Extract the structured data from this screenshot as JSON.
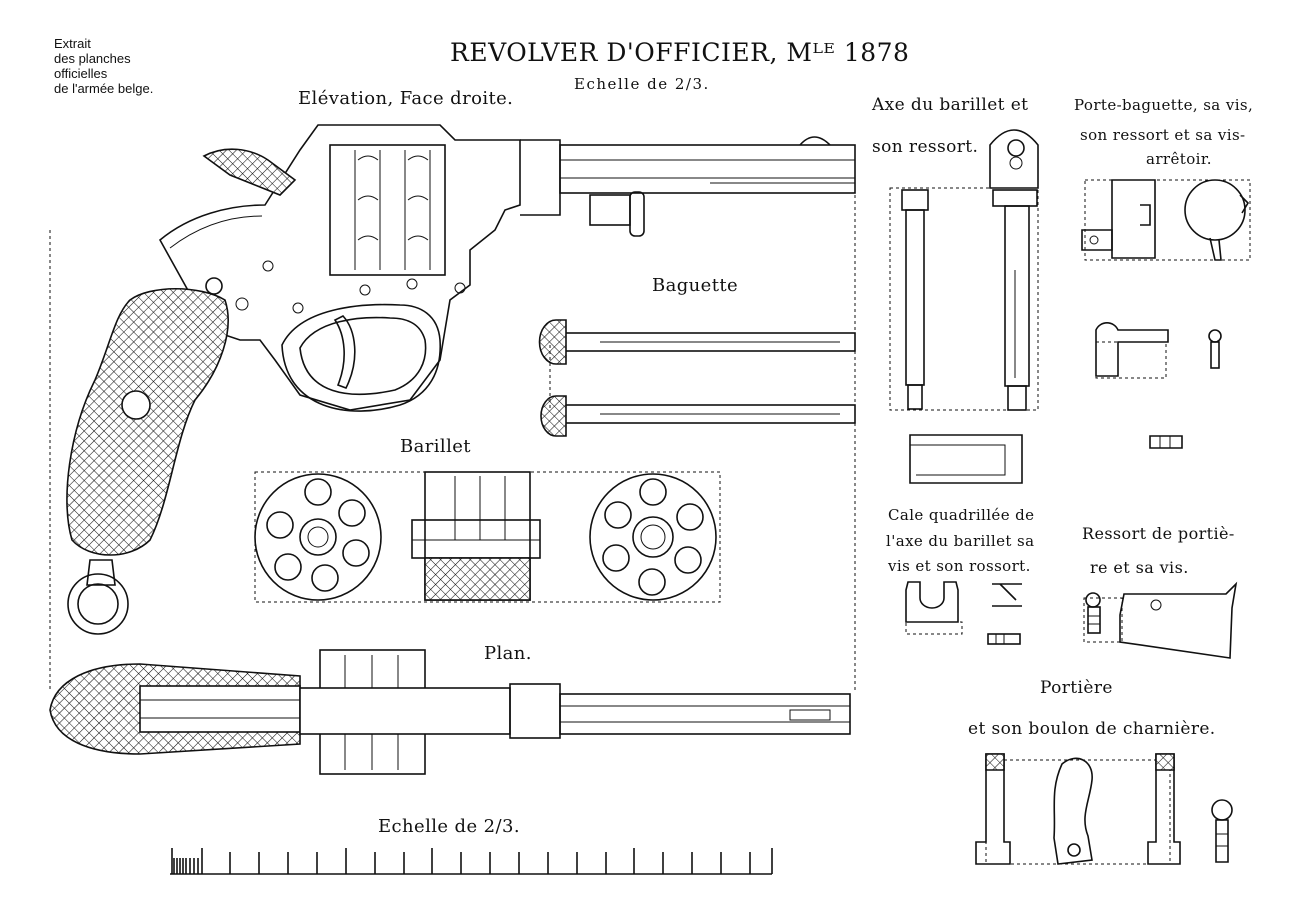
{
  "header": {
    "note_lines": [
      "Extrait",
      "des planches",
      "officielles",
      "de l'armée belge."
    ],
    "title": "REVOLVER D'OFFICIER, Mᴸᴱ 1878",
    "scale_caption": "Echelle de 2/3."
  },
  "labels": {
    "elevation": "Elévation, Face droite.",
    "baguette": "Baguette",
    "barillet": "Barillet",
    "plan": "Plan.",
    "scale_bottom": "Echelle de 2/3.",
    "axe_line1": "Axe du barillet et",
    "axe_line2": "son ressort.",
    "porte_line1": "Porte-baguette, sa vis,",
    "porte_line2": "son ressort et sa vis-",
    "porte_line3": "arrêtoir.",
    "cale_line1": "Cale quadrillée de",
    "cale_line2": "l'axe du barillet sa",
    "cale_line3": "vis et son rossort.",
    "ressort_line1": "Ressort de portiè-",
    "ressort_line2": "re et sa vis.",
    "portiere_line1": "Portière",
    "portiere_line2": "et son boulon de charnière."
  },
  "colors": {
    "ink": "#111111",
    "paper": "#ffffff"
  }
}
